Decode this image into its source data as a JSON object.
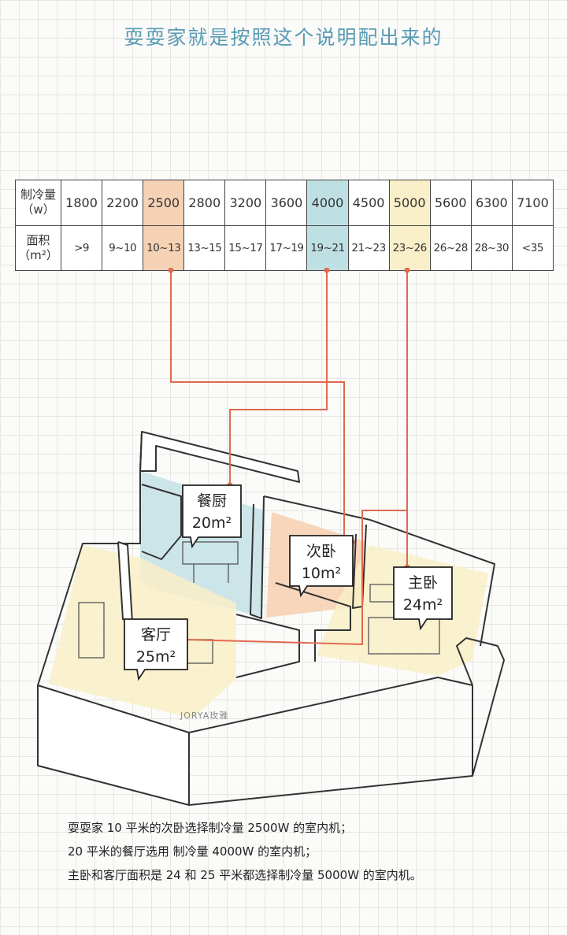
{
  "title": "耍耍家就是按照这个说明配出来的",
  "table": {
    "row1_header": "制冷量（w）",
    "row2_header": "面积（m²）",
    "columns": [
      {
        "capacity": "1800",
        "area": ">9"
      },
      {
        "capacity": "2200",
        "area": "9~10"
      },
      {
        "capacity": "2500",
        "area": "10~13",
        "highlight": "#f6d2b5"
      },
      {
        "capacity": "2800",
        "area": "13~15"
      },
      {
        "capacity": "3200",
        "area": "15~17"
      },
      {
        "capacity": "3600",
        "area": "17~19"
      },
      {
        "capacity": "4000",
        "area": "19~21",
        "highlight": "#bfe0e2"
      },
      {
        "capacity": "4500",
        "area": "21~23"
      },
      {
        "capacity": "5000",
        "area": "23~26",
        "highlight": "#f9efc8"
      },
      {
        "capacity": "5600",
        "area": "26~28"
      },
      {
        "capacity": "6300",
        "area": "28~30"
      },
      {
        "capacity": "7100",
        "area": "<35"
      }
    ]
  },
  "rooms": {
    "dining": {
      "name": "餐厨",
      "area": "20m²"
    },
    "second_bedroom": {
      "name": "次卧",
      "area": "10m²"
    },
    "master_bedroom": {
      "name": "主卧",
      "area": "24m²"
    },
    "living": {
      "name": "客厅",
      "area": "25m²"
    }
  },
  "colors": {
    "line": "#e06a4e",
    "title": "#5a9bb5",
    "dining_room": "#c6e2e6",
    "second_bedroom": "#f6d2b5",
    "master_bedroom": "#f9efc8",
    "living_room": "#f9efc8"
  },
  "watermark": "JORYA玫雅",
  "notes": [
    "耍耍家 10 平米的次卧选择制冷量 2500W 的室内机；",
    "20 平米的餐厅选用 制冷量 4000W 的室内机；",
    "主卧和客厅面积是 24 和 25 平米都选择制冷量 5000W 的室内机。"
  ]
}
